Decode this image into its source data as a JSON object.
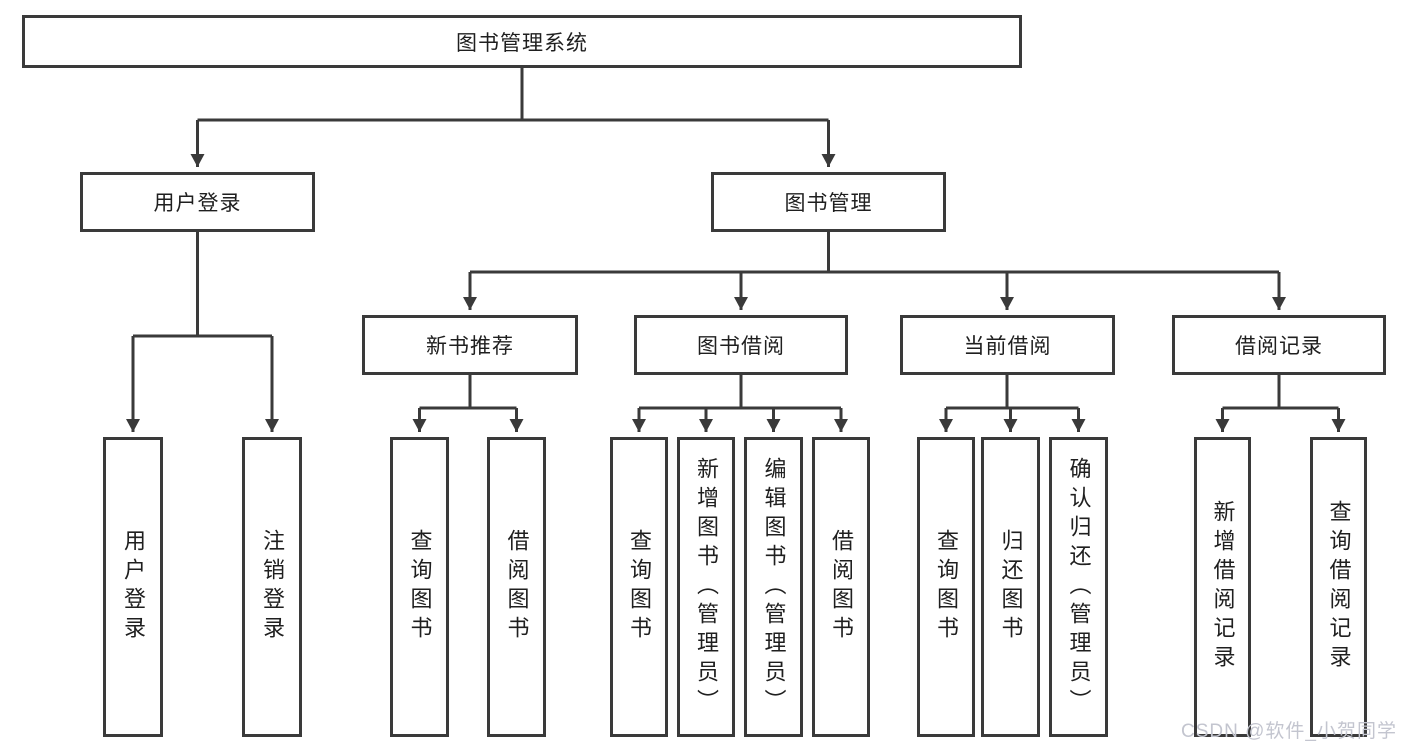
{
  "diagram": {
    "watermark": "CSDN @软件_小贺同学",
    "colors": {
      "line": "#3a3a3a",
      "box_border": "#3a3a3a",
      "text": "#1f1f1f",
      "watermark": "#c3c5cf",
      "background": "#ffffff"
    },
    "tree": {
      "root": {
        "label": "图书管理系统"
      },
      "children": [
        {
          "label": "用户登录",
          "children": [
            {
              "label": "用户登录"
            },
            {
              "label": "注销登录"
            }
          ]
        },
        {
          "label": "图书管理",
          "children": [
            {
              "label": "新书推荐",
              "children": [
                {
                  "label": "查询图书"
                },
                {
                  "label": "借阅图书"
                }
              ]
            },
            {
              "label": "图书借阅",
              "children": [
                {
                  "label": "查询图书"
                },
                {
                  "label": "新增图书（管理员）"
                },
                {
                  "label": "编辑图书（管理员）"
                },
                {
                  "label": "借阅图书"
                }
              ]
            },
            {
              "label": "当前借阅",
              "children": [
                {
                  "label": "查询图书"
                },
                {
                  "label": "归还图书"
                },
                {
                  "label": "确认归还（管理员）"
                }
              ]
            },
            {
              "label": "借阅记录",
              "children": [
                {
                  "label": "新增借阅记录"
                },
                {
                  "label": "查询借阅记录"
                }
              ]
            }
          ]
        }
      ]
    }
  }
}
